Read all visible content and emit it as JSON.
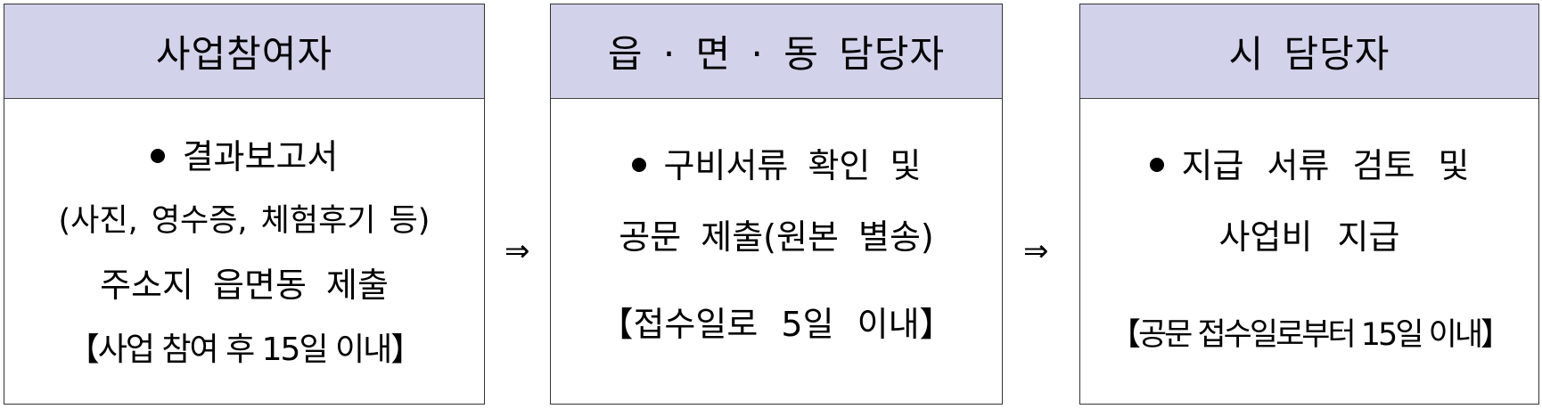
{
  "diagram": {
    "type": "process-flow",
    "steps": [
      {
        "header": "사업참여자",
        "lines": [
          "결과보고서",
          "(사진, 영수증, 체험후기 등)",
          "주소지 읍면동 제출",
          "【사업 참여 후 15일 이내】"
        ]
      },
      {
        "header": "읍 · 면 · 동 담당자",
        "lines": [
          "구비서류 확인 및",
          "공문 제출(원본 별송)",
          "【접수일로 5일 이내】"
        ]
      },
      {
        "header": "시 담당자",
        "lines": [
          "지급 서류 검토 및",
          "사업비 지급",
          "【공문 접수일로부터 15일 이내】"
        ]
      }
    ],
    "arrows": [
      "⇒",
      "⇒"
    ],
    "colors": {
      "header_bg": "#d2d3ea",
      "border": "#333333",
      "body_bg": "#ffffff",
      "text": "#000000"
    }
  }
}
